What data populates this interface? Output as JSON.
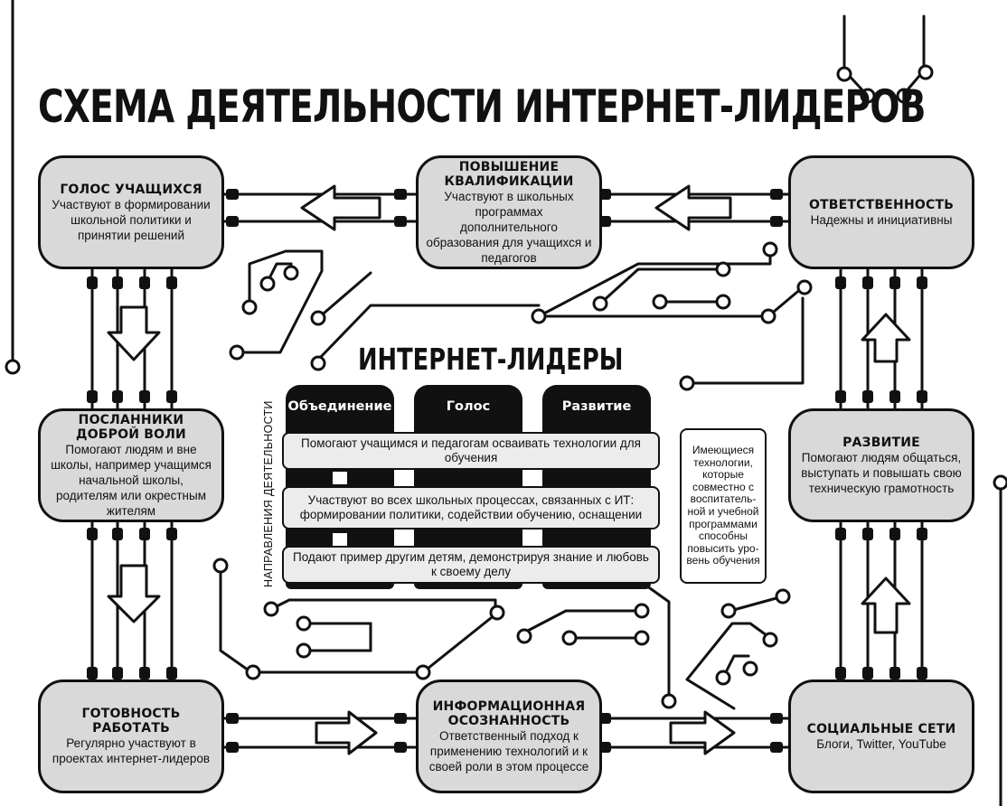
{
  "title": "СХЕМА ДЕЯТЕЛЬНОСТИ ИНТЕРНЕТ-ЛИДЕРОВ",
  "center": {
    "title": "ИНТЕРНЕТ-ЛИДЕРЫ",
    "vertical_label": "НАПРАВЛЕНИЯ ДЕЯТЕЛЬНОСТИ",
    "columns": [
      "Объединение",
      "Голос",
      "Развитие"
    ],
    "rows": [
      "Помогают учащимся и педагогам осваивать технологии для обучения",
      "Участвуют во всех школьных процессах, связанных с ИТ: формировании политики, содействии обучению, оснащении",
      "Подают пример другим детям, демонстрируя знание и любовь к своему делу"
    ],
    "side_note": "Имеющиеся технологии, которые совместно с воспитатель-ной и учебной программами способны повысить уро-вень обучения"
  },
  "nodes": {
    "voice": {
      "heading": "ГОЛОС УЧАЩИХСЯ",
      "text": "Участвуют в формировании школьной политики и принятии решений"
    },
    "qualification": {
      "heading": "ПОВЫШЕНИЕ КВАЛИФИКАЦИИ",
      "text": "Участвуют в школьных программах дополнительного образования для учащихся и педагогов"
    },
    "responsibility": {
      "heading": "ОТВЕТСТВЕННОСТЬ",
      "text": "Надежны и инициативны"
    },
    "ambassadors": {
      "heading": "ПОСЛАННИКИ ДОБРОЙ ВОЛИ",
      "text": "Помогают людям и вне школы, например учащимся начальной школы, родителям или окрестным жителям"
    },
    "development": {
      "heading": "РАЗВИТИЕ",
      "text": "Помогают людям общаться, выступать и повышать свою техническую грамотность"
    },
    "readiness": {
      "heading": "ГОТОВНОСТЬ РАБОТАТЬ",
      "text": "Регулярно участвуют в проектах интернет-лидеров"
    },
    "awareness": {
      "heading": "ИНФОРМАЦИОННАЯ ОСОЗНАННОСТЬ",
      "text": "Ответственный подход к применению технологий и к своей роли в этом процессе"
    },
    "social": {
      "heading": "СОЦИАЛЬНЫЕ СЕТИ",
      "text": "Блоги, Twitter, YouTube"
    }
  },
  "colors": {
    "node_fill": "#d9d9d9",
    "ink": "#111111",
    "paper": "#ffffff"
  }
}
